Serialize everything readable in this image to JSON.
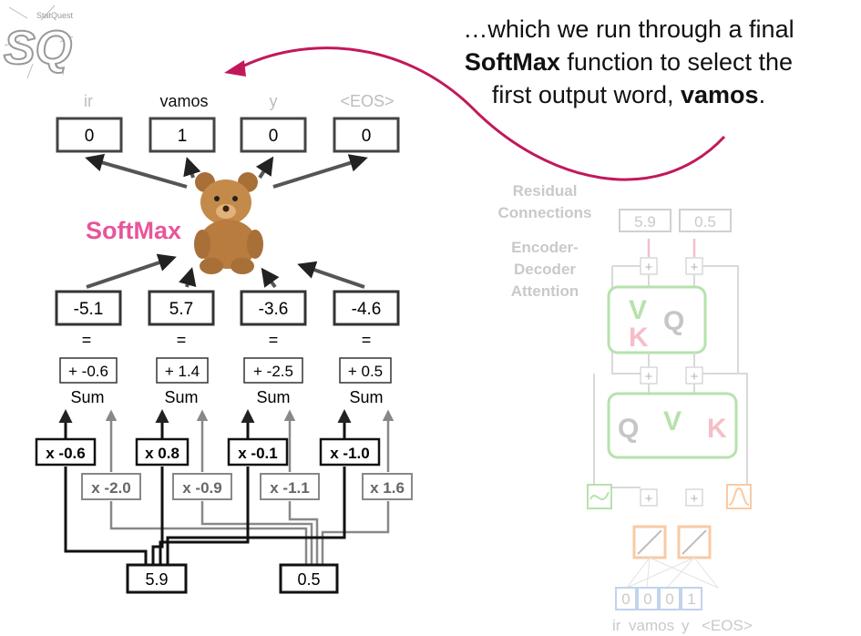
{
  "logo": {
    "letters": "SQ",
    "tagline": "StatQuest"
  },
  "narration": {
    "line1": "…which we run through a final",
    "line2_bold": "SoftMax",
    "line2_rest": " function to select the",
    "line3_start": "first output word, ",
    "line3_bold": "vamos",
    "line3_end": "."
  },
  "softmax_label": "SoftMax",
  "outputs": {
    "words": [
      "ir",
      "vamos",
      "y",
      "<EOS>"
    ],
    "values": [
      "0",
      "1",
      "0",
      "0"
    ]
  },
  "logits": [
    "-5.1",
    "5.7",
    "-3.6",
    "-4.6"
  ],
  "equals": [
    "=",
    "=",
    "=",
    "="
  ],
  "biases": [
    "+ -0.6",
    "+ 1.4",
    "+ -2.5",
    "+ 0.5"
  ],
  "sum_label": "Sum",
  "weights_a": [
    "x -0.6",
    "x 0.8",
    "x -0.1",
    "x -1.0"
  ],
  "weights_b": [
    "x -2.0",
    "x -0.9",
    "x -1.1",
    "x 1.6"
  ],
  "inputs": [
    "5.9",
    "0.5"
  ],
  "side": {
    "residual_label_1": "Residual",
    "residual_label_2": "Connections",
    "residual_values": [
      "5.9",
      "0.5"
    ],
    "attention_label_1": "Encoder-",
    "attention_label_2": "Decoder",
    "attention_label_3": "Attention",
    "plus": "+",
    "enc_dec_letters": [
      "V",
      "K",
      "Q"
    ],
    "self_attn_letters": [
      "Q",
      "V",
      "K"
    ],
    "token_values": [
      "0",
      "0",
      "0",
      "1"
    ],
    "token_words": [
      "ir",
      "vamos",
      "y",
      "<EOS>"
    ]
  },
  "colors": {
    "magenta": "#c2185b",
    "softmax_pink": "#e8559a",
    "faded": "#bdbdbd",
    "green": "#7ccc6a",
    "pink": "#f08a9c",
    "orange": "#f5a05a",
    "blue": "#8fb0e0"
  }
}
